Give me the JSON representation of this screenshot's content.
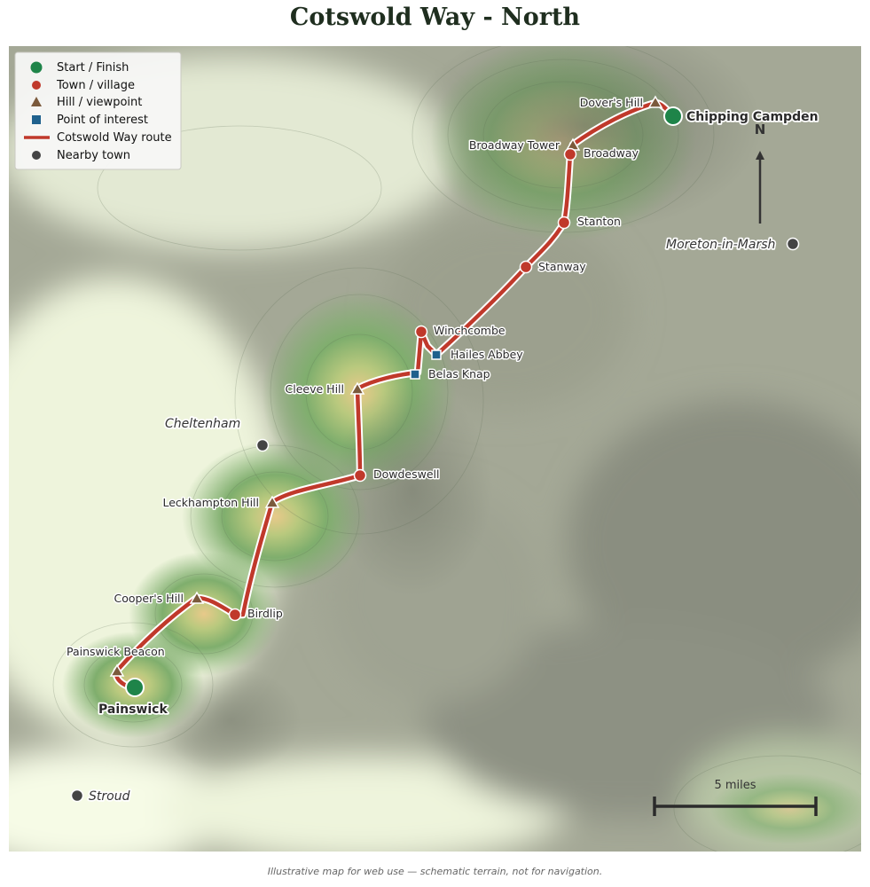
{
  "title": "Cotswold Way - North",
  "footer": "Illustrative map for web use — schematic terrain, not for navigation.",
  "colors": {
    "route": "#c0392b",
    "start_finish": "#1e8449",
    "town": "#c0392b",
    "hill": "#7b5a3c",
    "poi": "#1f618d",
    "nearby": "#444444"
  },
  "legend": [
    {
      "label": "Start / Finish",
      "symbol": "start"
    },
    {
      "label": "Town / village",
      "symbol": "town"
    },
    {
      "label": "Hill / viewpoint",
      "symbol": "hill"
    },
    {
      "label": "Point of interest",
      "symbol": "poi"
    },
    {
      "label": "Cotswold Way route",
      "symbol": "route"
    },
    {
      "label": "Nearby town",
      "symbol": "nearby"
    }
  ],
  "waypoints": [
    {
      "name": "Chipping Campden",
      "type": "start"
    },
    {
      "name": "Dover's Hill",
      "type": "hill"
    },
    {
      "name": "Broadway Tower",
      "type": "hill"
    },
    {
      "name": "Broadway",
      "type": "town"
    },
    {
      "name": "Stanton",
      "type": "town"
    },
    {
      "name": "Stanway",
      "type": "town"
    },
    {
      "name": "Hailes Abbey",
      "type": "poi"
    },
    {
      "name": "Winchcombe",
      "type": "town"
    },
    {
      "name": "Belas Knap",
      "type": "poi"
    },
    {
      "name": "Cleeve Hill",
      "type": "hill"
    },
    {
      "name": "Dowdeswell",
      "type": "town"
    },
    {
      "name": "Leckhampton Hill",
      "type": "hill"
    },
    {
      "name": "Birdlip",
      "type": "town"
    },
    {
      "name": "Cooper's Hill",
      "type": "hill"
    },
    {
      "name": "Painswick Beacon",
      "type": "hill"
    },
    {
      "name": "Painswick",
      "type": "start"
    }
  ],
  "nearby_towns": [
    "Cheltenham",
    "Moreton-in-Marsh",
    "Stroud"
  ],
  "north_label": "N",
  "scale_label": "5 miles"
}
